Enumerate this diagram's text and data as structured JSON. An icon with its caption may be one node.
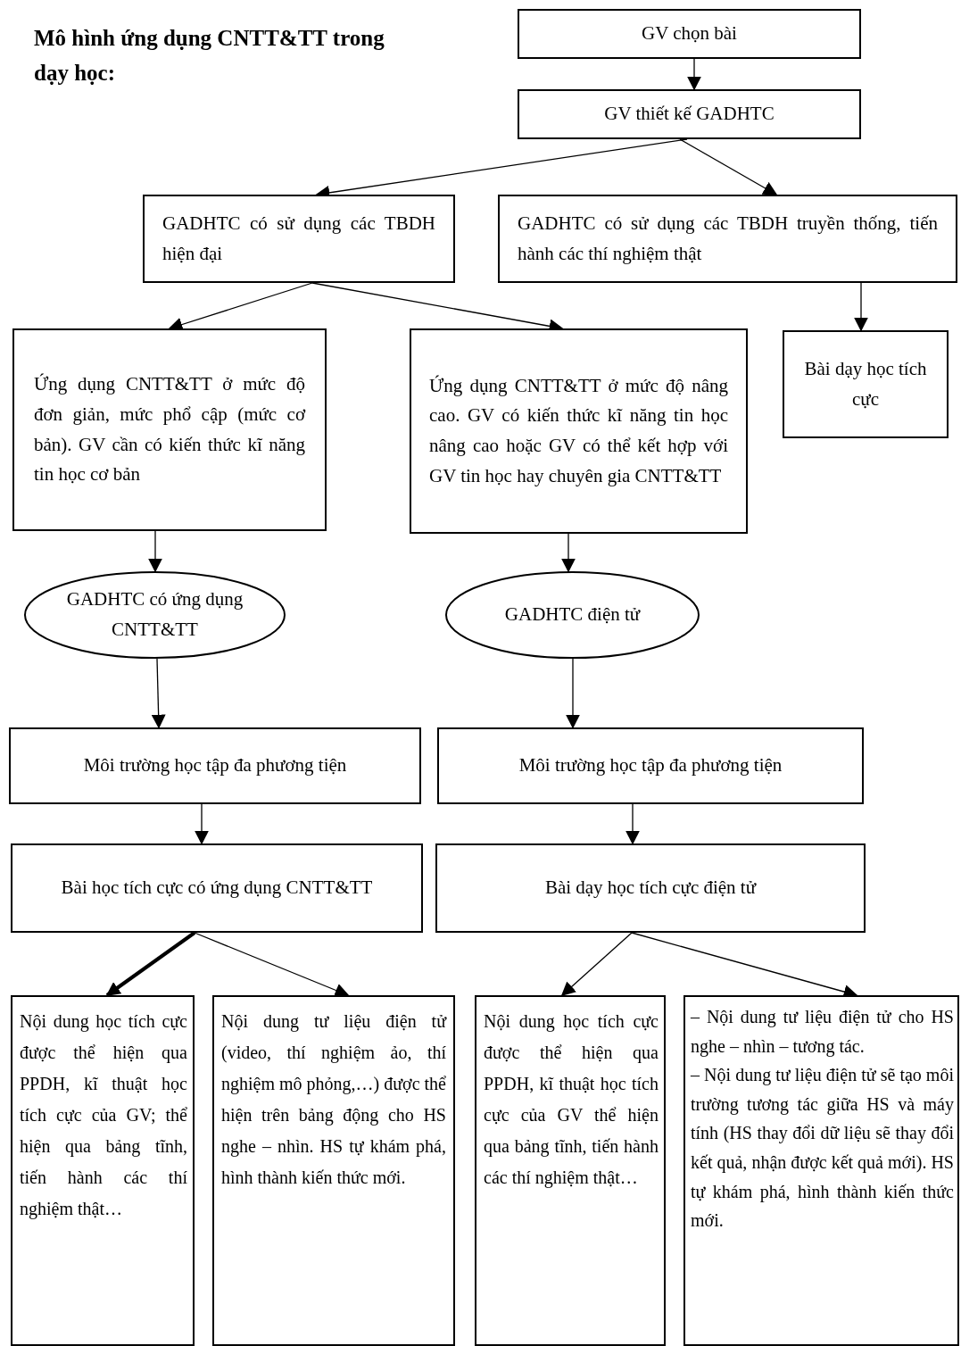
{
  "diagram": {
    "title": "Mô hình ứng dụng CNTT&TT trong dạy học:",
    "nodes": [
      {
        "text": [
          "GV chọn bài"
        ]
      },
      {
        "text": [
          "GV thiết kế GADHTC"
        ]
      },
      {
        "text": [
          "GADHTC có sử dụng các TBDH hiện đại"
        ]
      },
      {
        "text": [
          "GADHTC có sử dụng các TBDH truyền thống, tiến hành các thí nghiệm thật"
        ]
      },
      {
        "text": [
          "Ứng dụng CNTT&TT ở mức độ đơn giản, mức phổ cập (mức cơ bản). GV cần có kiến thức kĩ năng tin học cơ bản"
        ]
      },
      {
        "text": [
          "Ứng dụng CNTT&TT ở mức độ nâng cao. GV có kiến thức kĩ năng tin học nâng cao hoặc GV có thể kết hợp với GV tin học hay chuyên gia CNTT&TT"
        ]
      },
      {
        "text": [
          "Bài dạy học tích cực"
        ]
      },
      {
        "text": [
          "GADHTC có ứng dụng CNTT&TT"
        ]
      },
      {
        "text": [
          "GADHTC điện tử"
        ]
      },
      {
        "text": [
          "Môi trường học tập đa phương tiện"
        ]
      },
      {
        "text": [
          "Môi trường học tập đa phương tiện"
        ]
      },
      {
        "text": [
          "Bài học tích cực có ứng dụng CNTT&TT"
        ]
      },
      {
        "text": [
          "Bài dạy học tích cực điện tử"
        ]
      },
      {
        "text": [
          "Nội dung học tích cực được thể hiện qua PPDH, kĩ thuật học tích cực của GV; thể hiện qua bảng tĩnh, tiến hành các thí nghiệm thật…"
        ]
      },
      {
        "text": [
          "Nội dung tư liệu điện tử (video, thí nghiệm ảo, thí nghiệm mô phỏng,…) được thể hiện trên bảng động cho HS nghe – nhìn. HS tự khám phá, hình thành kiến thức mới."
        ]
      },
      {
        "text": [
          "Nội dung học tích cực được thể hiện qua PPDH, kĩ thuật học tích cực của GV thể hiện qua bảng tĩnh, tiến hành các thí nghiệm thật…"
        ]
      },
      {
        "text": [
          "– Nội dung tư liệu điện tử cho HS nghe – nhìn – tương tác.",
          "– Nội dung tư liệu điện tử sẽ tạo môi trường tương tác giữa HS và máy tính (HS thay đổi dữ liệu sẽ thay đổi kết quả, nhận được kết quả mới). HS tự khám phá, hình thành kiến thức mới."
        ]
      }
    ],
    "edges": [
      {
        "from": 0,
        "to": 1,
        "arrow": "to"
      },
      {
        "from": 1,
        "to": 2,
        "arrow": "to"
      },
      {
        "from": 1,
        "to": 3,
        "arrow": "to"
      },
      {
        "from": 3,
        "to": 6,
        "arrow": "to"
      },
      {
        "from": 2,
        "to": 4,
        "arrow": "to"
      },
      {
        "from": 2,
        "to": 5,
        "arrow": "to"
      },
      {
        "from": 4,
        "to": 7,
        "arrow": "to"
      },
      {
        "from": 5,
        "to": 8,
        "arrow": "to"
      },
      {
        "from": 7,
        "to": 9,
        "arrow": "to"
      },
      {
        "from": 8,
        "to": 10,
        "arrow": "to"
      },
      {
        "from": 9,
        "to": 11,
        "arrow": "to"
      },
      {
        "from": 10,
        "to": 12,
        "arrow": "to"
      },
      {
        "from": 11,
        "to": 13,
        "arrow": "to",
        "style": "thick"
      },
      {
        "from": 11,
        "to": 14,
        "arrow": "to"
      },
      {
        "from": 12,
        "to": 15,
        "arrow": "to"
      },
      {
        "from": 12,
        "to": 16,
        "arrow": "to"
      }
    ]
  }
}
